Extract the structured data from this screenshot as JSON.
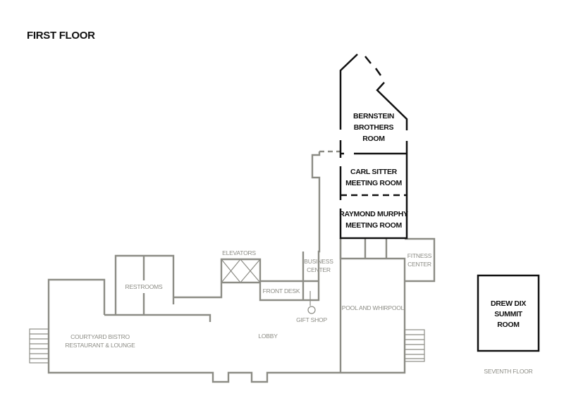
{
  "title": "FIRST FLOOR",
  "meeting_rooms": {
    "bernstein": [
      "BERNSTEIN",
      "BROTHERS",
      "ROOM"
    ],
    "carl_sitter": [
      "CARL SITTER",
      "MEETING ROOM"
    ],
    "raymond_murphy": [
      "RAYMOND MURPHY",
      "MEETING ROOM"
    ],
    "drew_dix": [
      "DREW DIX",
      "SUMMIT",
      "ROOM"
    ]
  },
  "areas": {
    "elevators": "ELEVATORS",
    "restrooms": "RESTROOMS",
    "business_center": [
      "BUSINESS",
      "CENTER"
    ],
    "front_desk": "FRONT DESK",
    "gift_shop": "GIFT SHOP",
    "fitness_center": [
      "FITNESS",
      "CENTER"
    ],
    "pool": "POOL AND WHIRPOOL",
    "lobby": "LOBBY",
    "restaurant": [
      "COURTYARD BISTRO",
      "RESTAURANT & LOUNGE"
    ],
    "seventh_floor": "SEVENTH FLOOR"
  },
  "colors": {
    "meeting_wall": "#111111",
    "building_wall": "#8c8c85"
  }
}
